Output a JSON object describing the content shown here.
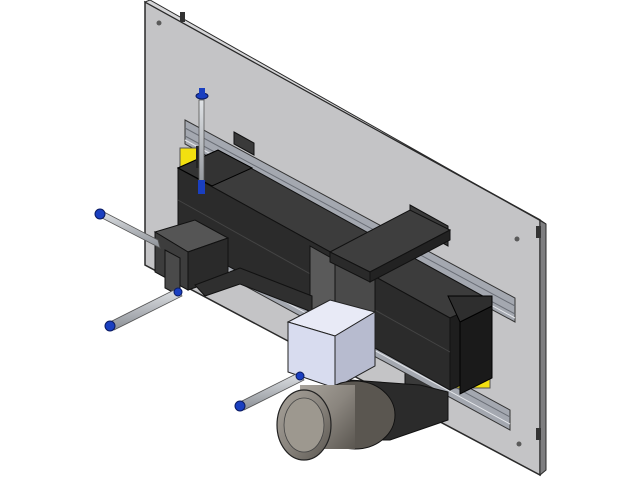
{
  "scene": {
    "background": "#ffffff",
    "colors": {
      "plate": "#c4c4c6",
      "plate_edge": "#2a2a2a",
      "steel_dark": "#2b2b2b",
      "steel_mid": "#3c3c3c",
      "rail": "#a4a8b0",
      "block_light": "#d8dcef",
      "cylinder": "#8c8780",
      "bearing_yellow": "#f2e010",
      "bolt_blue": "#1a3fc0",
      "rod": "#b8bcc2"
    },
    "components": [
      "mounting-plate",
      "linear-rails",
      "main-beam",
      "vertical-post",
      "cross-arm",
      "front-housing",
      "drum-roller",
      "left-bracket",
      "bearing-block",
      "threaded-rods"
    ]
  }
}
